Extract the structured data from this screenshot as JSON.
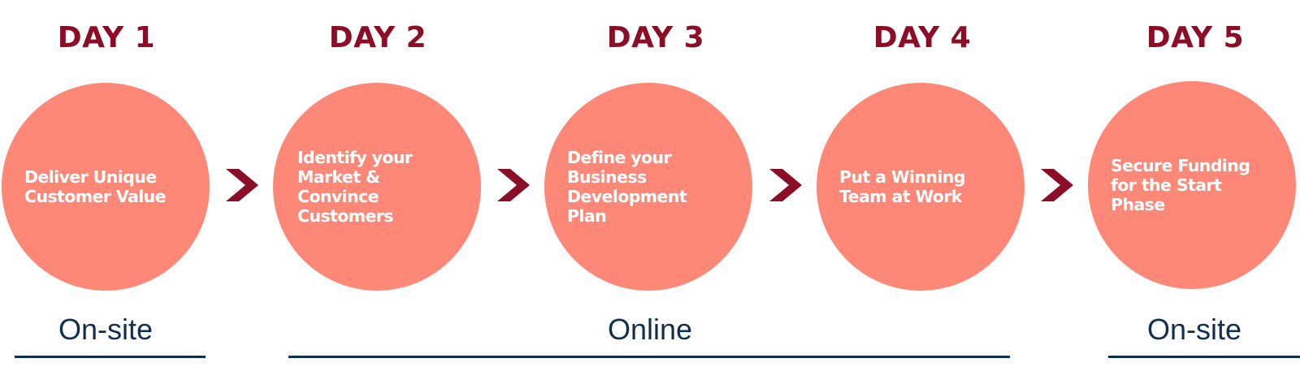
{
  "days": [
    {
      "title": "DAY 1",
      "topic": "Deliver Unique\nCustomer Value"
    },
    {
      "title": "DAY 2",
      "topic": "Identify your\nMarket &\nConvince\nCustomers"
    },
    {
      "title": "DAY 3",
      "topic": "Define your\nBusiness\nDevelopment\nPlan"
    },
    {
      "title": "DAY 4",
      "topic": "Put a Winning\nTeam at Work"
    },
    {
      "title": "DAY 5",
      "topic": "Secure Funding\nfor the Start\nPhase"
    }
  ],
  "modes": [
    {
      "label": "On-site"
    },
    {
      "label": "Online"
    },
    {
      "label": "On-site"
    }
  ],
  "colors": {
    "day_title": "#8b0e26",
    "circle_fill": "#fd8877",
    "circle_text": "#ffffff",
    "chevron": "#8b0e26",
    "mode_text": "#112f4f"
  },
  "icons": {
    "chevron": "chevron-right-icon"
  }
}
